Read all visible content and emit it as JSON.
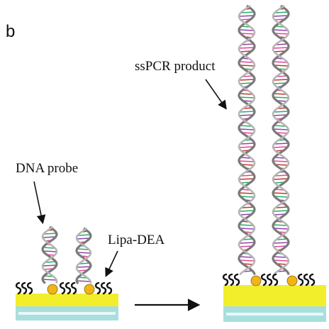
{
  "panel_label": "b",
  "labels": {
    "dna_probe": "DNA probe",
    "lipa_dea": "Lipa-DEA",
    "sspcr_product": "ssPCR product"
  },
  "colors": {
    "gold_layer": "#f2ee2c",
    "glass_layer": "#a9dede",
    "glass_highlight": "#e8f8f8",
    "bead": "#f0b418",
    "backbone": "#8a8a8a",
    "linker": "#111111",
    "arrow": "#111111",
    "base_colors": [
      "#c0392b",
      "#27ae60",
      "#8e44ad",
      "#e84393"
    ]
  },
  "icons": {
    "linker": "squiggle-linker-icon",
    "bead": "gold-nanoparticle-icon",
    "arrow": "reaction-arrow-icon"
  }
}
